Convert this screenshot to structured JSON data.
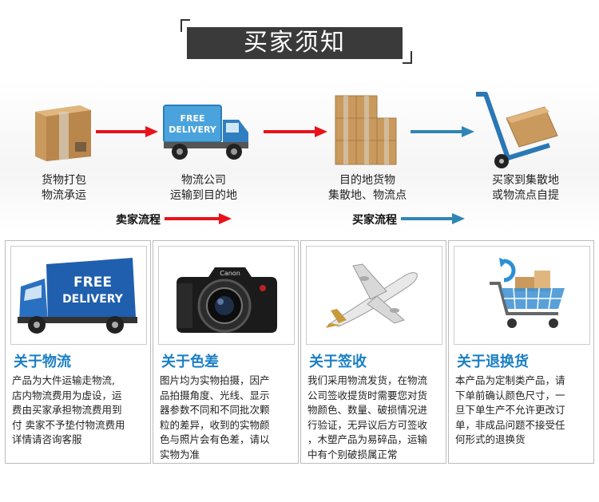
{
  "header": {
    "title": "买家须知"
  },
  "flow": {
    "steps": [
      {
        "line1": "货物打包",
        "line2": "物流承运"
      },
      {
        "line1": "物流公司",
        "line2": "运输到目的地"
      },
      {
        "line1": "目的地货物",
        "line2": "集散地、物流点"
      },
      {
        "line1": "买家到集散地",
        "line2": "或物流点自提"
      }
    ],
    "seller_label": "卖家流程",
    "buyer_label": "买家流程",
    "truck_text_1": "FREE",
    "truck_text_2": "DELIVERY",
    "colors": {
      "seller_arrow": "#e8121b",
      "buyer_arrow": "#2f86b4"
    }
  },
  "cards": [
    {
      "icon": "free-delivery-truck",
      "image_text_1": "FREE",
      "image_text_2": "DELIVERY",
      "title": "关于物流",
      "lines": [
        "产品为大件运输走物流,",
        "店内物流费用为虚设，运",
        "费由买家承担物流费用到",
        "付 卖家不予垫付物流费用",
        "详情请咨询客服"
      ]
    },
    {
      "icon": "camera",
      "image_text_1": "Canon",
      "title": "关于色差",
      "lines": [
        "图片均为实物拍摄，因产",
        "品拍摄角度、光线、显示",
        "器参数不同和不同批次颗",
        "粒的差异，收到的实物颜",
        "色与照片会有色差，请以",
        "实物为准"
      ]
    },
    {
      "icon": "airplane",
      "title": "关于签收",
      "lines": [
        "我们采用物流发货，在物流",
        "公司签收提货时需要您对货",
        "物颜色、数量、破损情况进",
        "行验证，无异议后方可签收",
        "，木塑产品为易碎品，运输",
        "中有个别破损属正常"
      ]
    },
    {
      "icon": "shopping-cart",
      "title": "关于退换货",
      "lines": [
        "本产品为定制类产品，请",
        "下单前确认颜色尺寸，一",
        "旦下单生产不允许更改订",
        "单，非成品问题不接受任",
        "何形式的退换货"
      ]
    }
  ],
  "colors": {
    "accent": "#1a7fc4",
    "title_bg": "#3a3a3a"
  }
}
